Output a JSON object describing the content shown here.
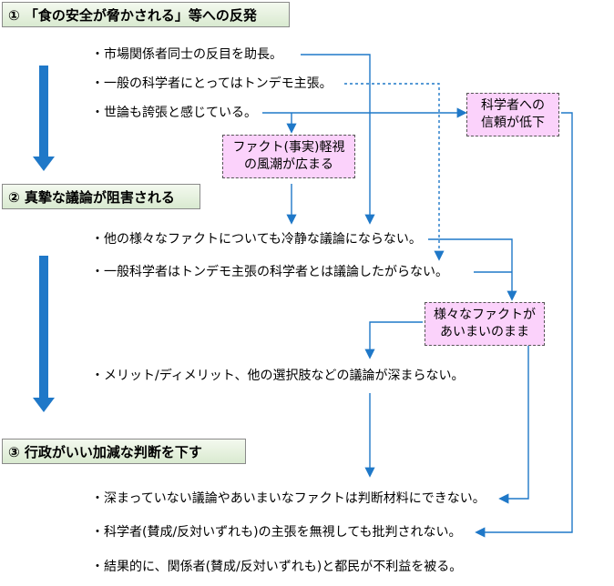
{
  "sections": [
    {
      "label": "① 「食の安全が脅かされる」等への反発"
    },
    {
      "label": "② 真摯な議論が阻害される"
    },
    {
      "label": "③ 行政がいい加減な判断を下す"
    }
  ],
  "lines": [
    "・市場関係者同士の反目を助長。",
    "・一般の科学者にとってはトンデモ主張。",
    "・世論も誇張と感じている。",
    "・他の様々なファクトについても冷静な議論にならない。",
    "・一般科学者はトンデモ主張の科学者とは議論したがらない。",
    "・メリット/ディメリット、他の選択肢などの議論が深まらない。",
    "・深まっていない議論やあいまいなファクトは判断材料にできない。",
    "・科学者(賛成/反対いずれも)の主張を無視しても批判されない。",
    "・結果的に、関係者(賛成/反対いずれも)と都民が不利益を被る。"
  ],
  "boxes": {
    "trust": [
      "科学者への",
      "信頼が低下"
    ],
    "fact": [
      "ファクト(事実)軽視",
      "の風潮が広まる"
    ],
    "ambiguous": [
      "様々なファクトが",
      "あいまいのまま"
    ]
  },
  "colors": {
    "arrow": "#1f78c8",
    "box_fill": "#fbd2fb",
    "header_fill": "#d9ead0"
  }
}
